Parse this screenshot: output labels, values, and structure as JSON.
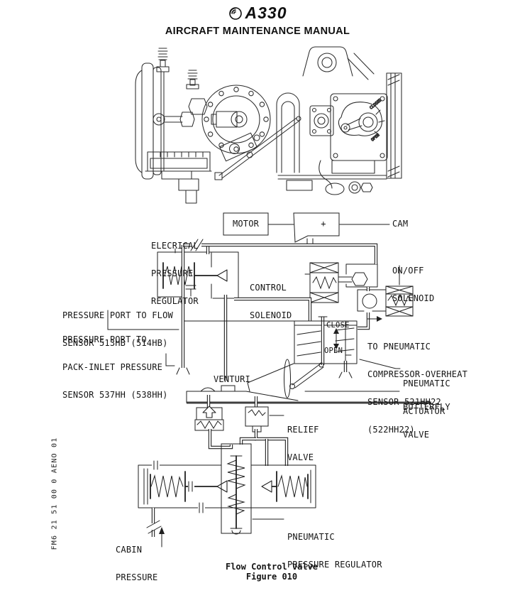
{
  "header": {
    "logo": "A330",
    "title": "AIRCRAFT MAINTENANCE MANUAL"
  },
  "drawing": {
    "closed_label": "CLOSED",
    "open_label": "OPEN"
  },
  "schematic": {
    "motor": "MOTOR",
    "cam_plus": "+",
    "cam": "CAM",
    "electrical_regulator": [
      "ELECRICAL",
      "PRESSURE",
      "REGULATOR"
    ],
    "control_solenoid": [
      "CONTROL",
      "SOLENOID"
    ],
    "onoff_solenoid": [
      "ON/OFF",
      "SOLENOID"
    ],
    "flow_port": [
      "PRESSURE PORT TO FLOW",
      "SENSOR 513HB (514HB)"
    ],
    "pack_port": [
      "PRESSURE PORT TO",
      "PACK-INLET PRESSURE",
      "SENSOR 537HH (538HH)"
    ],
    "close": "CLOSE",
    "open": "OPEN",
    "overheat_sensor": [
      "TO PNEUMATIC",
      "COMPRESSOR-OVERHEAT",
      "SENSOR 521HH22",
      "(522HH22)"
    ],
    "pneumatic_actuator": [
      "PNEUMATIC",
      "ACTUATOR"
    ],
    "butterfly_valve": [
      "BUTTERFLY",
      "VALVE"
    ],
    "venturi": "VENTURI",
    "relief_valve": [
      "RELIEF",
      "VALVE"
    ],
    "cabin_pressure": [
      "CABIN",
      "PRESSURE"
    ],
    "pneumatic_regulator": [
      "PNEUMATIC",
      "PRESSURE REGULATOR"
    ]
  },
  "footer": {
    "caption": "Flow Control Valve",
    "figure": "Figure 010"
  },
  "side_code": "FM6 21 51 00 0 AENO 01"
}
